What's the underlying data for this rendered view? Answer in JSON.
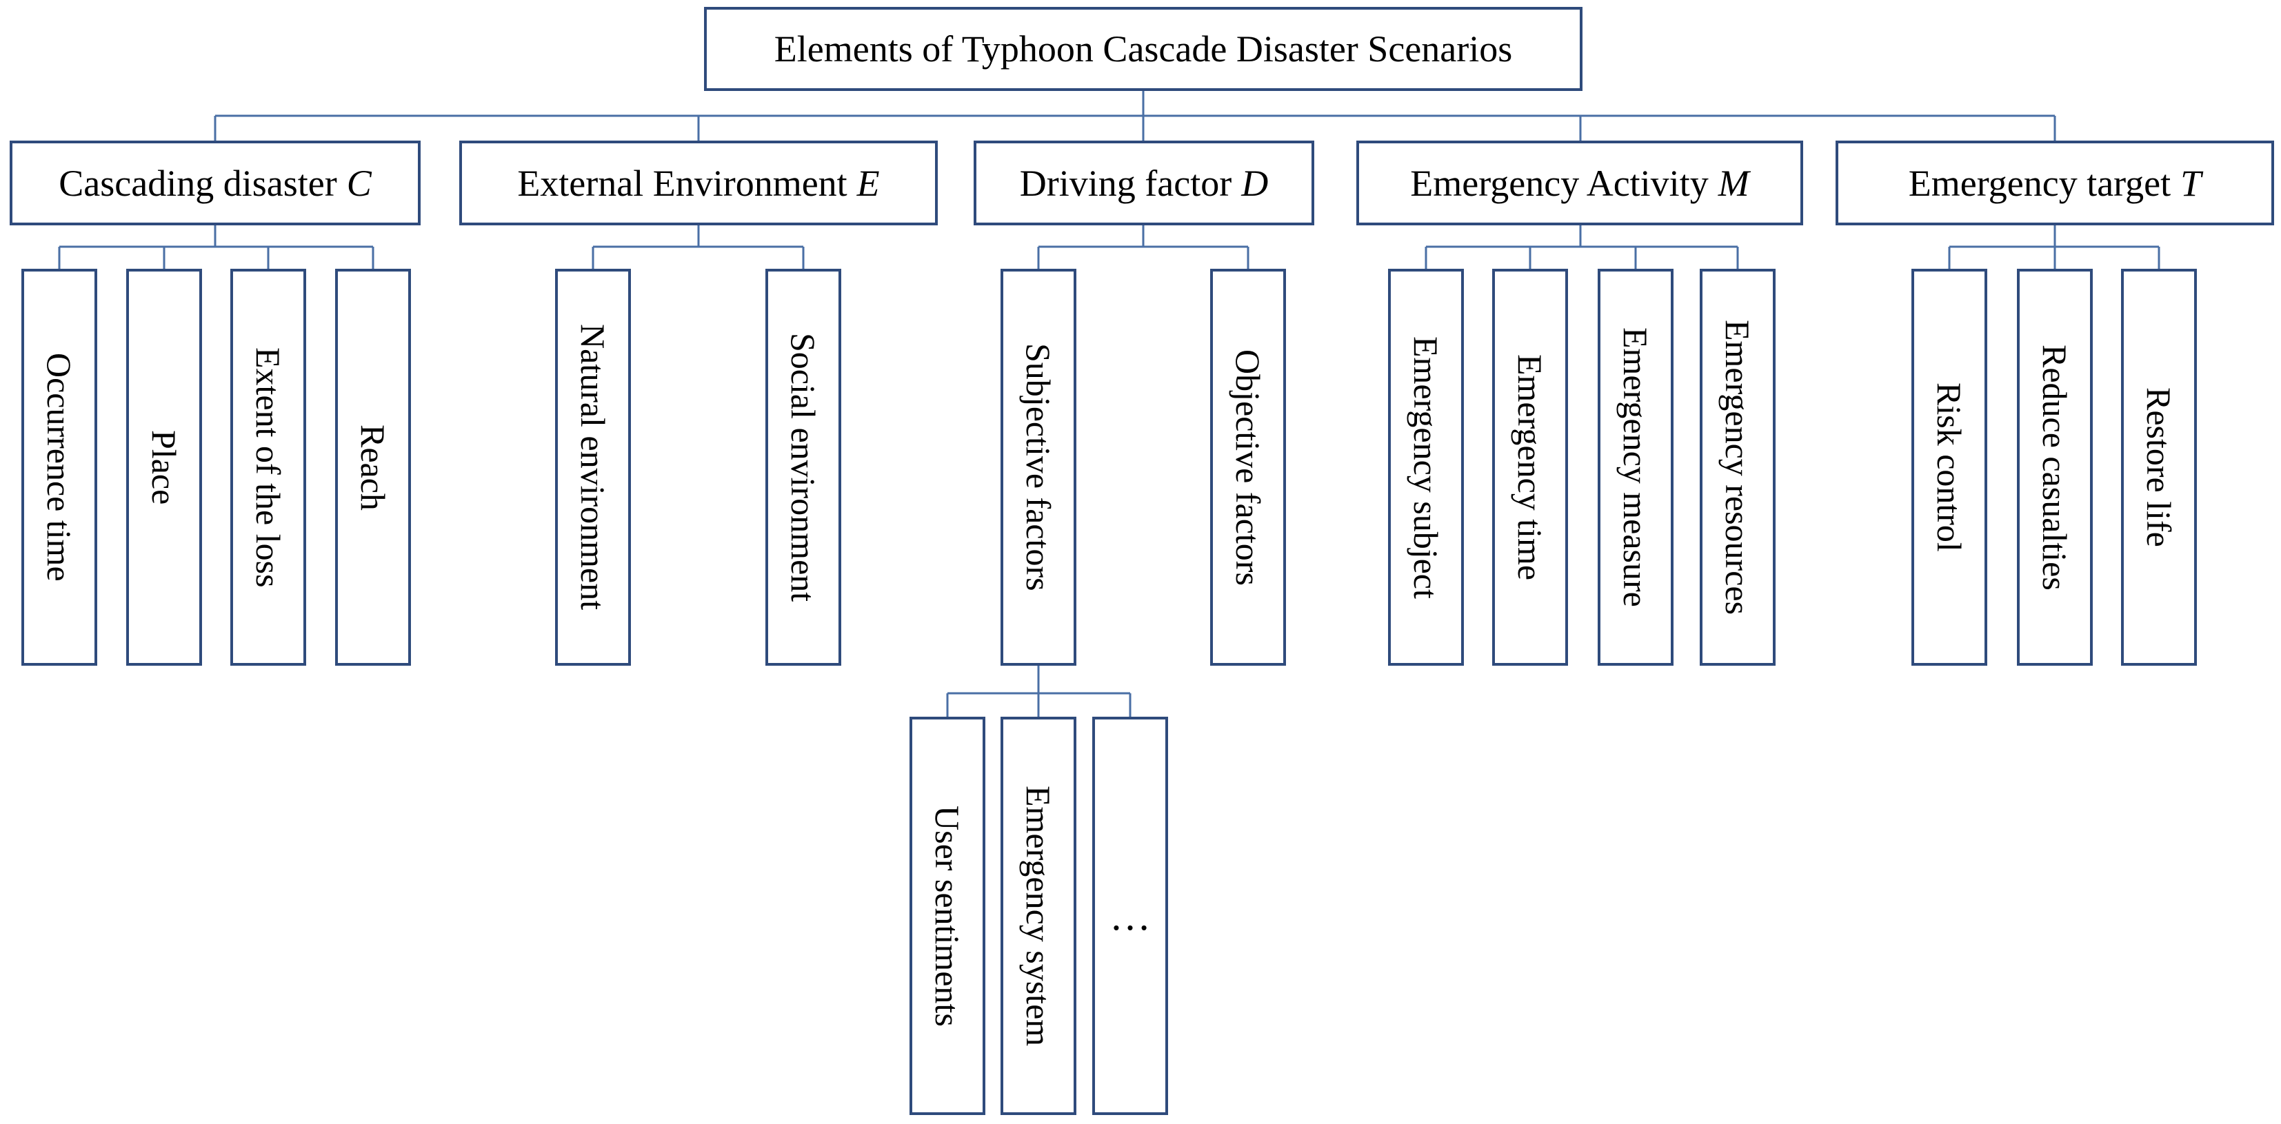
{
  "colors": {
    "border": "#2f4b7c",
    "connector": "#4a6fa5",
    "text": "#000000",
    "background": "#ffffff"
  },
  "root": {
    "label": "Elements of Typhoon Cascade Disaster Scenarios"
  },
  "categories": [
    {
      "label": "Cascading disaster",
      "symbol": "C",
      "children": [
        "Occurrence time",
        "Place",
        "Extent of the loss",
        "Reach"
      ]
    },
    {
      "label": "External Environment",
      "symbol": "E",
      "children": [
        "Natural environment",
        "Social environment"
      ]
    },
    {
      "label": "Driving factor",
      "symbol": "D",
      "children": [
        "Subjective factors",
        "Objective factors"
      ]
    },
    {
      "label": "Emergency Activity",
      "symbol": "M",
      "children": [
        "Emergency subject",
        "Emergency time",
        "Emergency measure",
        "Emergency resources"
      ]
    },
    {
      "label": "Emergency target",
      "symbol": "T",
      "children": [
        "Risk control",
        "Reduce casualties",
        "Restore life"
      ]
    }
  ],
  "subjective_factor_children": [
    "User sentiments",
    "Emergency system",
    "…"
  ]
}
